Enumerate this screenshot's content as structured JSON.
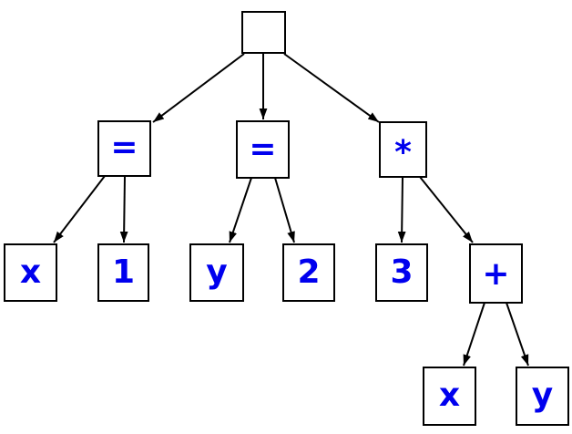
{
  "diagram": {
    "type": "tree",
    "description": "abstract-syntax-tree",
    "background_color": "#ffffff",
    "node_fill_color": "#ffffff",
    "node_border_color": "#000000",
    "edge_color": "#000000",
    "label_color": "#0000ee",
    "nodes": [
      {
        "id": "root",
        "label": ""
      },
      {
        "id": "assign-1",
        "label": "="
      },
      {
        "id": "assign-2",
        "label": "="
      },
      {
        "id": "multiply",
        "label": "*"
      },
      {
        "id": "var-x",
        "label": "x"
      },
      {
        "id": "literal-1",
        "label": "1"
      },
      {
        "id": "var-y",
        "label": "y"
      },
      {
        "id": "literal-2",
        "label": "2"
      },
      {
        "id": "literal-3",
        "label": "3"
      },
      {
        "id": "plus",
        "label": "+"
      },
      {
        "id": "var-x-2",
        "label": "x"
      },
      {
        "id": "var-y-2",
        "label": "y"
      }
    ],
    "edges": [
      {
        "from": "root",
        "to": "assign-1"
      },
      {
        "from": "root",
        "to": "assign-2"
      },
      {
        "from": "root",
        "to": "multiply"
      },
      {
        "from": "assign-1",
        "to": "var-x"
      },
      {
        "from": "assign-1",
        "to": "literal-1"
      },
      {
        "from": "assign-2",
        "to": "var-y"
      },
      {
        "from": "assign-2",
        "to": "literal-2"
      },
      {
        "from": "multiply",
        "to": "literal-3"
      },
      {
        "from": "multiply",
        "to": "plus"
      },
      {
        "from": "plus",
        "to": "var-x-2"
      },
      {
        "from": "plus",
        "to": "var-y-2"
      }
    ]
  }
}
